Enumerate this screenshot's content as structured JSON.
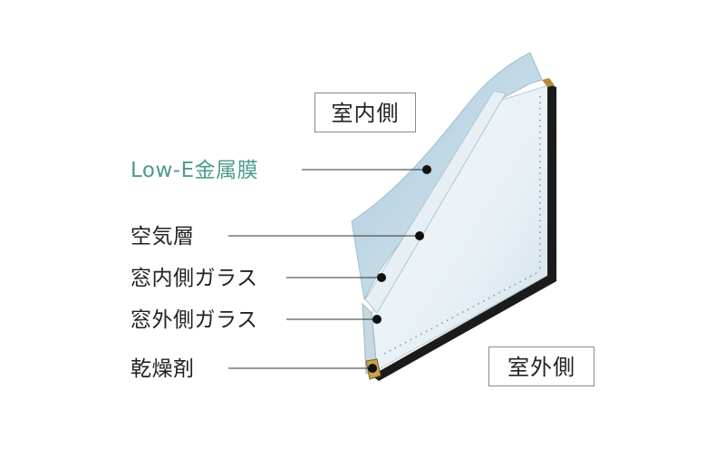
{
  "boxes": {
    "indoor": "室内側",
    "outdoor": "室外側"
  },
  "callouts": [
    {
      "label": "Low-E金属膜",
      "accent": true
    },
    {
      "label": "空気層",
      "accent": false
    },
    {
      "label": "窓内側ガラス",
      "accent": false
    },
    {
      "label": "窓外側ガラス",
      "accent": false
    },
    {
      "label": "乾燥剤",
      "accent": false
    }
  ],
  "colors": {
    "accent": "#4e9a8e",
    "text": "#222222",
    "frame": "#1b1b1b",
    "glass_tint": "#cfe0ea"
  }
}
